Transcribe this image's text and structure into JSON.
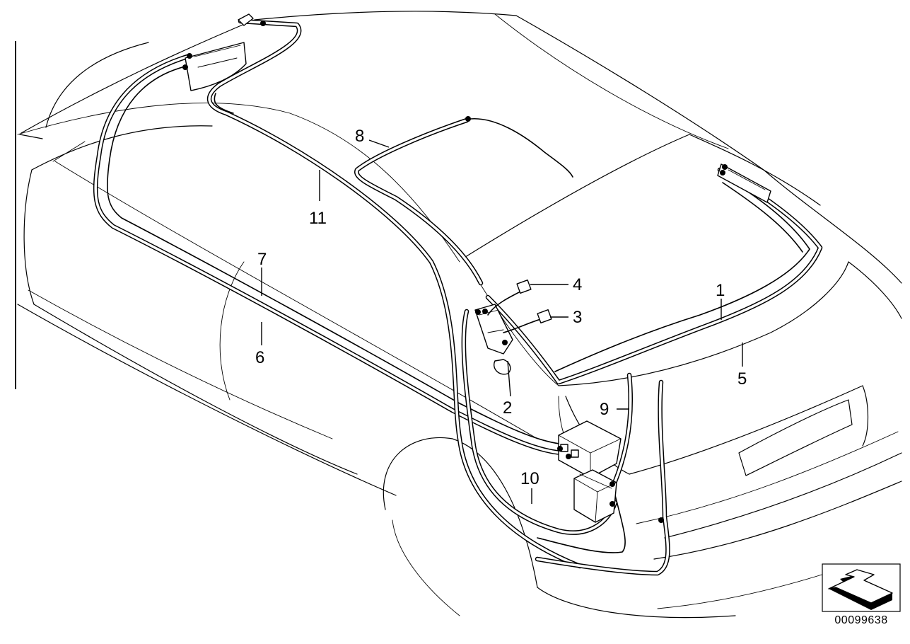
{
  "diagram": {
    "callouts": [
      {
        "label": "1"
      },
      {
        "label": "2"
      },
      {
        "label": "3"
      },
      {
        "label": "4"
      },
      {
        "label": "5"
      },
      {
        "label": "6"
      },
      {
        "label": "7"
      },
      {
        "label": "8"
      },
      {
        "label": "9"
      },
      {
        "label": "10"
      },
      {
        "label": "11"
      }
    ],
    "diagram_id": "00099638",
    "orientation_icon": "front-direction-arrow-icon",
    "line_color": "#000000",
    "background_color": "#ffffff"
  }
}
